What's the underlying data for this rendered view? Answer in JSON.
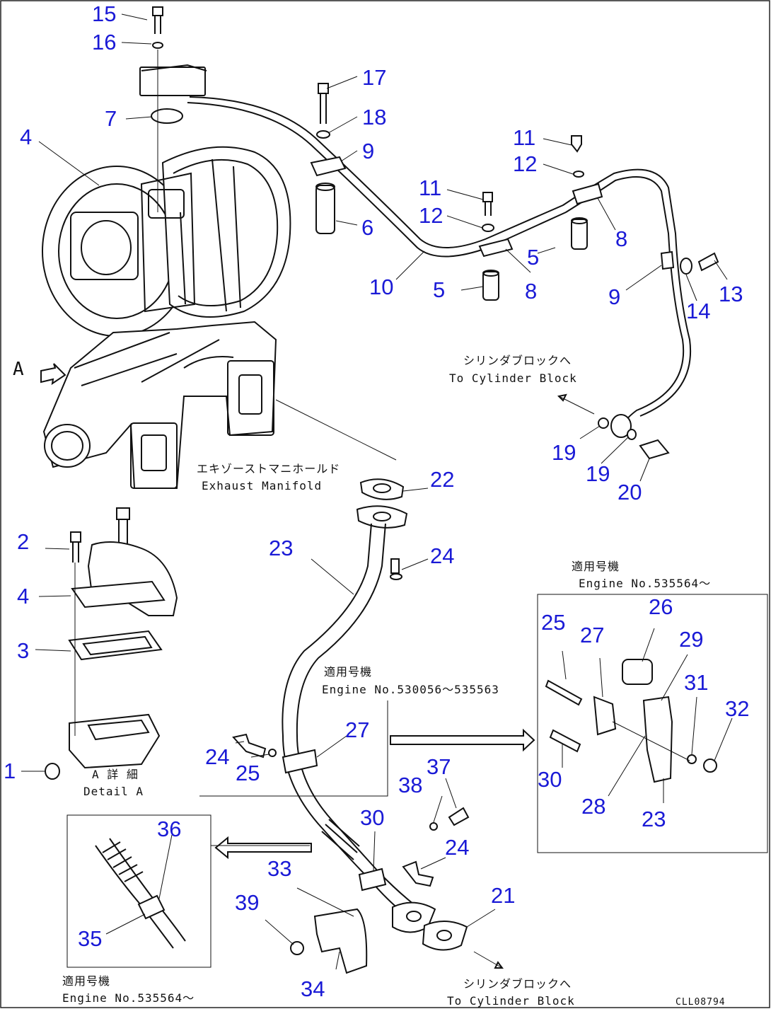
{
  "callouts": {
    "n15": "15",
    "n16": "16",
    "n7": "7",
    "n4a": "4",
    "n17": "17",
    "n18": "18",
    "n9a": "9",
    "n11a": "11",
    "n12a": "12",
    "n11b": "11",
    "n12b": "12",
    "n8a": "8",
    "n6": "6",
    "n5a": "5",
    "n8b": "8",
    "n10": "10",
    "n5b": "5",
    "n9b": "9",
    "n14": "14",
    "n13": "13",
    "n19a": "19",
    "n19b": "19",
    "n20": "20",
    "n22": "22",
    "n23a": "23",
    "n24a": "24",
    "n2": "2",
    "n4b": "4",
    "n3": "3",
    "n1": "1",
    "n24b": "24",
    "n25a": "25",
    "n27a": "27",
    "n38": "38",
    "n37": "37",
    "n30a": "30",
    "n24c": "24",
    "n36": "36",
    "n33": "33",
    "n39": "39",
    "n21": "21",
    "n35": "35",
    "n34": "34",
    "n26": "26",
    "n25b": "25",
    "n27b": "27",
    "n29": "29",
    "n31": "31",
    "n32": "32",
    "n30b": "30",
    "n28": "28",
    "n23b": "23"
  },
  "labels": {
    "arrow_a": "A",
    "cyl_block_jp_1": "シリンダブロックへ",
    "cyl_block_en_1": "To Cylinder Block",
    "exhaust_jp": "エキゾーストマニホールド",
    "exhaust_en": "Exhaust Manifold",
    "detail_jp": "A 詳 細",
    "detail_en": "Detail A",
    "applic_mid_jp": "適用号機",
    "applic_mid_en": "Engine No.530056～535563",
    "applic_right_jp": "適用号機",
    "applic_right_en": "Engine No.535564～",
    "applic_bottom_jp": "適用号機",
    "applic_bottom_en": "Engine No.535564～",
    "cyl_block_jp_2": "シリンダブロックへ",
    "cyl_block_en_2": "To Cylinder Block",
    "figure_code": "CLL08794"
  }
}
